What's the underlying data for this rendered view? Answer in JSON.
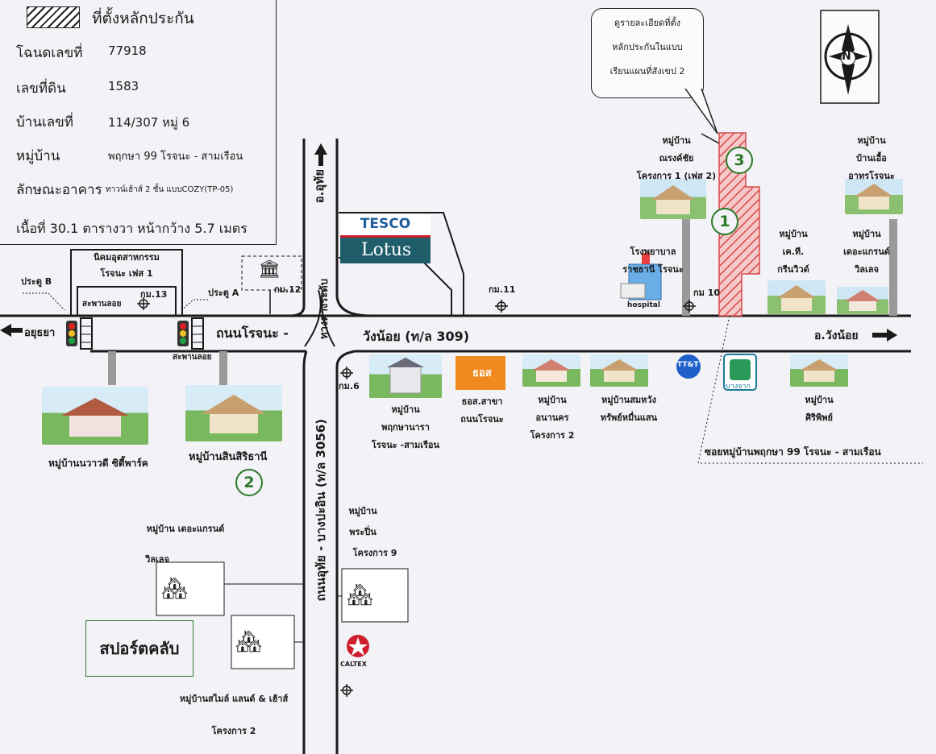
{
  "legend": {
    "title": "ที่ตั้งหลักประกัน",
    "rows": [
      {
        "label": "โฉนดเลขที่",
        "value": "77918"
      },
      {
        "label": "เลขที่ดิน",
        "value": "1583"
      },
      {
        "label": "บ้านเลขที่",
        "value": "114/307  หมู่ 6"
      },
      {
        "label": "หมู่บ้าน",
        "value": "พฤกษา 99 โรจนะ - สามเรือน"
      },
      {
        "label": "ลักษณะอาคาร",
        "value": "ทาวน์เฮ้าส์ 2 ชั้น แบบCOZY(TP-05)"
      }
    ],
    "area": "เนื้อที่ 30.1 ตารางวา หน้ากว้าง 5.7 เมตร"
  },
  "callout": {
    "lines": [
      "ดูรายละเอียดที่ตั้ง",
      "หลักประกันในแบบ",
      "เรียนแผนที่สังเขป 2"
    ]
  },
  "roads": {
    "main_left": "ถนนโรจนะ -",
    "main_right": "วังน้อย (ท/ล 309)",
    "vertical_upper": "ทางต่างระดับ",
    "vertical_lower": "ถนนอุทัย - บางปะอิน (ท/ล 3056)",
    "to_uthai": "อ.อุทัย",
    "to_ayutthaya": "อยุธยา",
    "to_wangnoi": "อ.วังน้อย"
  },
  "landmarks": {
    "tesco_top": "TESCO",
    "tesco_bottom": "Lotus",
    "industrial": [
      "นิคมอุตสาหกรรม",
      "โรจนะ เฟส 1"
    ],
    "gate_b": "ประตู B",
    "gate_a": "ประตู A",
    "bridge1": "สะพานลอย",
    "bridge2": "สะพานลอย",
    "km13": "กม.13",
    "km12": "กม.12",
    "km11": "กม.11",
    "km10": "กม 10",
    "km6": "กม.6",
    "hospital": [
      "โรงพยาบาล",
      "ราชธานี โรจนะ"
    ],
    "hospital_tag": "hospital",
    "ttt": "TT&T",
    "bangchak": "บางจาก",
    "caltex": "CALTEX",
    "soi": "ซอยหมู่บ้านพฤกษา 99 โรจนะ - สามเรือน",
    "sport": "สปอร์ตคลับ",
    "ghb": [
      "ธอส.สาขา",
      "ถนนโรจนะ"
    ],
    "ghb_logo": "ธอส"
  },
  "villages": {
    "nong": [
      "หมู่บ้าน",
      "ณรงค์ชัย",
      "โครงการ 1 (เฟส 2)"
    ],
    "baan_ua": [
      "หมู่บ้าน",
      "บ้านเอื้อ",
      "อาทรโรจนะ"
    ],
    "kt": [
      "หมู่บ้าน",
      "เค.ที.",
      "กรีนวิวด์"
    ],
    "grand_right": [
      "หมู่บ้าน",
      "เดอะแกรนด์",
      "วิลเลจ"
    ],
    "nawadee": "หมู่บ้านนวาวดี ซิตี้พาร์ค",
    "sinsiri": "หมู่บ้านสินสิริธานี",
    "pruksa_nara": [
      "หมู่บ้าน",
      "พฤกษานารา",
      "โรจนะ -สามเรือน"
    ],
    "anankorn": [
      "หมู่บ้าน",
      "อนานคร",
      "โครงการ 2"
    ],
    "somwang": [
      "หมู่บ้านสมหวัง",
      "ทรัพย์หมื่นแสน"
    ],
    "siriphon": [
      "หมู่บ้าน",
      "ศิริพิพย์"
    ],
    "grand_left": [
      "หมู่บ้าน เดอะแกรนด์",
      "วิลเลจ"
    ],
    "phrapin": [
      "หมู่บ้าน",
      "พระปิ่น",
      "โครงการ 9"
    ],
    "smile": [
      "หมู่บ้านสไมล์ แลนด์ & เฮ้าส์",
      "โครงการ 2"
    ]
  },
  "markers": [
    "1",
    "2",
    "3"
  ],
  "compass": "N",
  "colors": {
    "road": "#1a1a1a",
    "hatch": "#d84a4a",
    "marker": "#2a7a2a",
    "tesco_blue": "#1f5d6b",
    "tesco_red": "#d21e2a"
  }
}
